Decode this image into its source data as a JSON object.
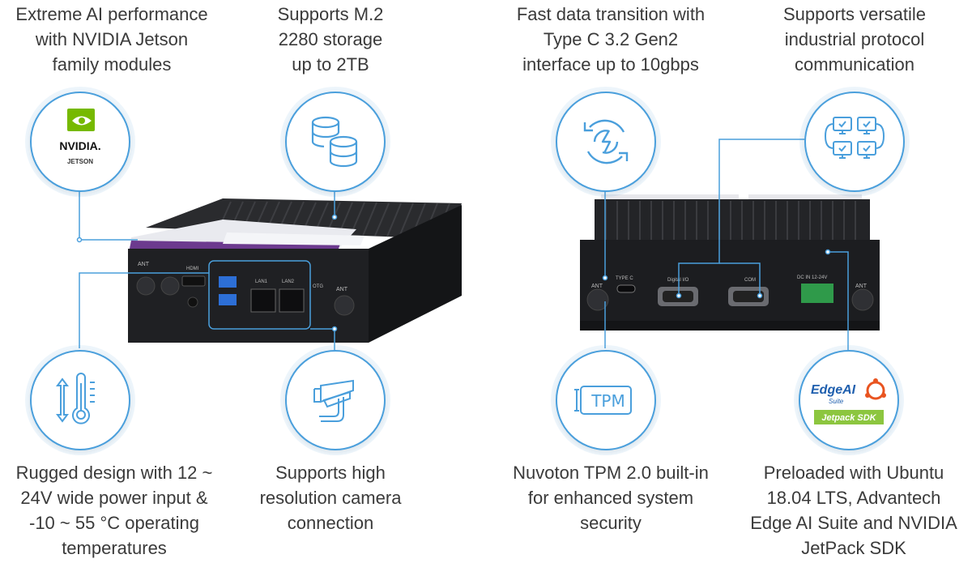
{
  "captions": {
    "ai_performance": "Extreme AI performance\nwith NVIDIA Jetson\nfamily modules",
    "storage": "Supports M.2\n2280 storage\nup to 2TB",
    "data_transition": "Fast data transition with\nType C 3.2 Gen2\ninterface up to 10gbps",
    "protocol": "Supports versatile\nindustrial protocol\ncommunication",
    "rugged": "Rugged design with 12 ~\n24V wide power input &\n-10 ~ 55 °C operating\ntemperatures",
    "camera": "Supports high\nresolution camera\nconnection",
    "tpm": "Nuvoton TPM 2.0 built-in\nfor enhanced system\nsecurity",
    "preloaded": "Preloaded with Ubuntu\n18.04 LTS, Advantech\nEdge AI Suite and NVIDIA\nJetPack SDK"
  },
  "logos": {
    "nvidia": "NVIDIA.",
    "jetson": "JETSON",
    "tpm": "TPM",
    "edge_ai": "EdgeAI",
    "suite": "Suite",
    "jetpack": "Jetpack SDK"
  },
  "device_labels": {
    "left_ant": "ANT",
    "hdmi": "HDMI",
    "lan1": "LAN1",
    "lan2": "LAN2",
    "otg": "OTG",
    "right_ant": "ANT",
    "rear_ant_left": "ANT",
    "type_c": "TYPE C",
    "digital_io": "Digital I/O",
    "com": "COM",
    "dc_in": "DC IN 12-24V",
    "rear_ant_right": "ANT"
  },
  "colors": {
    "accent": "#4a9fdc",
    "nvidia_green": "#76b900",
    "ubuntu_orange": "#e95420",
    "jetpack_green": "#8cc63f",
    "device_dark": "#1e1f22"
  }
}
